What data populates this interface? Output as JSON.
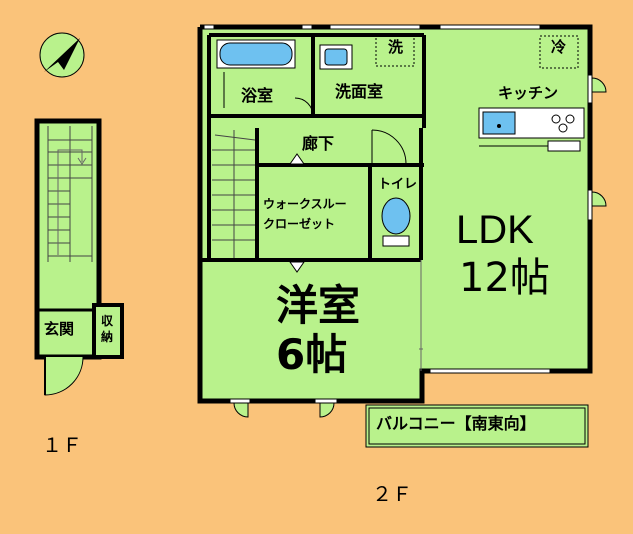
{
  "floor_plan": {
    "floors": {
      "first": "１Ｆ",
      "second": "２Ｆ"
    },
    "rooms": {
      "bath": "浴室",
      "washroom": "洗面室",
      "washer": "洗",
      "fridge": "冷",
      "kitchen": "キッチン",
      "hallway": "廊下",
      "wic_line1": "ウォークスルー",
      "wic_line2": "クローゼット",
      "toilet": "トイレ",
      "ldk_line1": "LDK",
      "ldk_line2": "12帖",
      "western_line1": "洋室",
      "western_line2": "6帖",
      "balcony": "バルコニー【南東向】",
      "entrance": "玄関",
      "storage_line1": "収",
      "storage_line2": "納"
    },
    "colors": {
      "background": "#FAC37A",
      "room_fill": "#B9F28C",
      "wall": "#000000",
      "fixture": "#6EC1F0"
    },
    "icons": [
      "north-arrow-icon",
      "bathtub-icon",
      "sink-icon",
      "toilet-icon",
      "stove-icon",
      "stairs-icon",
      "door-swing-icon"
    ]
  }
}
